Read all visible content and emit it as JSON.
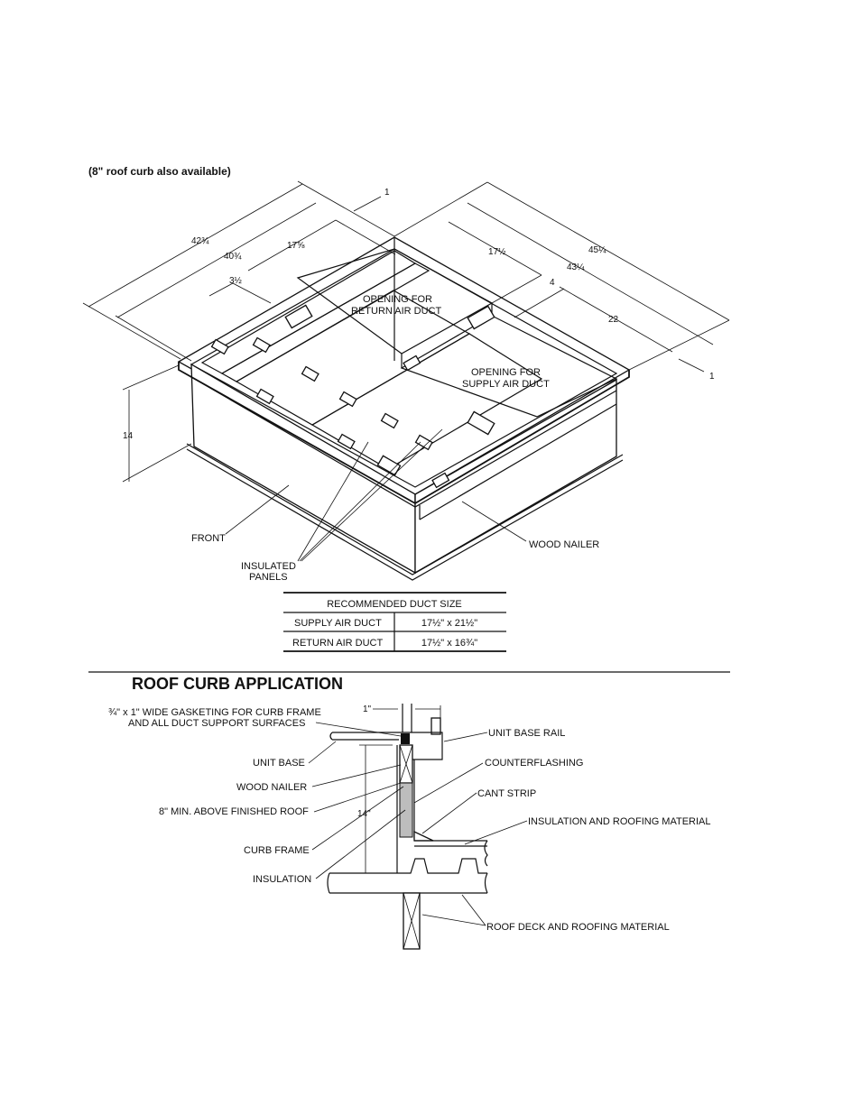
{
  "note": "(8\" roof curb also available)",
  "dimensions": {
    "d_42": "42¾",
    "d_40": "40¾",
    "d_17_top": "17⅝",
    "d_3": "3½",
    "d_1_top": "1",
    "d_17_right": "17½",
    "d_45": "45¼",
    "d_43": "43¼",
    "d_4": "4",
    "d_22": "22",
    "d_1_right": "1",
    "d_14": "14"
  },
  "curb_labels": {
    "return_opening": [
      "OPENING FOR",
      "RETURN AIR DUCT"
    ],
    "supply_opening": [
      "OPENING FOR",
      "SUPPLY AIR DUCT"
    ],
    "front": "FRONT",
    "wood_nailer": "WOOD NAILER",
    "insulated_panels": [
      "INSULATED",
      "PANELS"
    ]
  },
  "duct_table": {
    "header": "RECOMMENDED DUCT SIZE",
    "rows": [
      {
        "name": "SUPPLY AIR DUCT",
        "size": "17½\" x 21½\""
      },
      {
        "name": "RETURN AIR DUCT",
        "size": "17½\" x 16¾\""
      }
    ]
  },
  "application": {
    "title": "ROOF CURB APPLICATION",
    "gasket": [
      "¾\" x 1\" WIDE GASKETING FOR CURB FRAME",
      "AND ALL DUCT SUPPORT SURFACES"
    ],
    "dim_1": "1\"",
    "dim_14": "14\"",
    "left_labels": {
      "unit_base": "UNIT BASE",
      "wood_nailer": "WOOD NAILER",
      "min_above": "8\" MIN. ABOVE FINISHED ROOF",
      "curb_frame": "CURB FRAME",
      "insulation": "INSULATION"
    },
    "right_labels": {
      "unit_base_rail": "UNIT BASE RAIL",
      "counterflashing": "COUNTERFLASHING",
      "cant_strip": "CANT STRIP",
      "insulation_roofing": "INSULATION AND ROOFING MATERIAL",
      "roof_deck": "ROOF DECK AND ROOFING MATERIAL"
    }
  }
}
